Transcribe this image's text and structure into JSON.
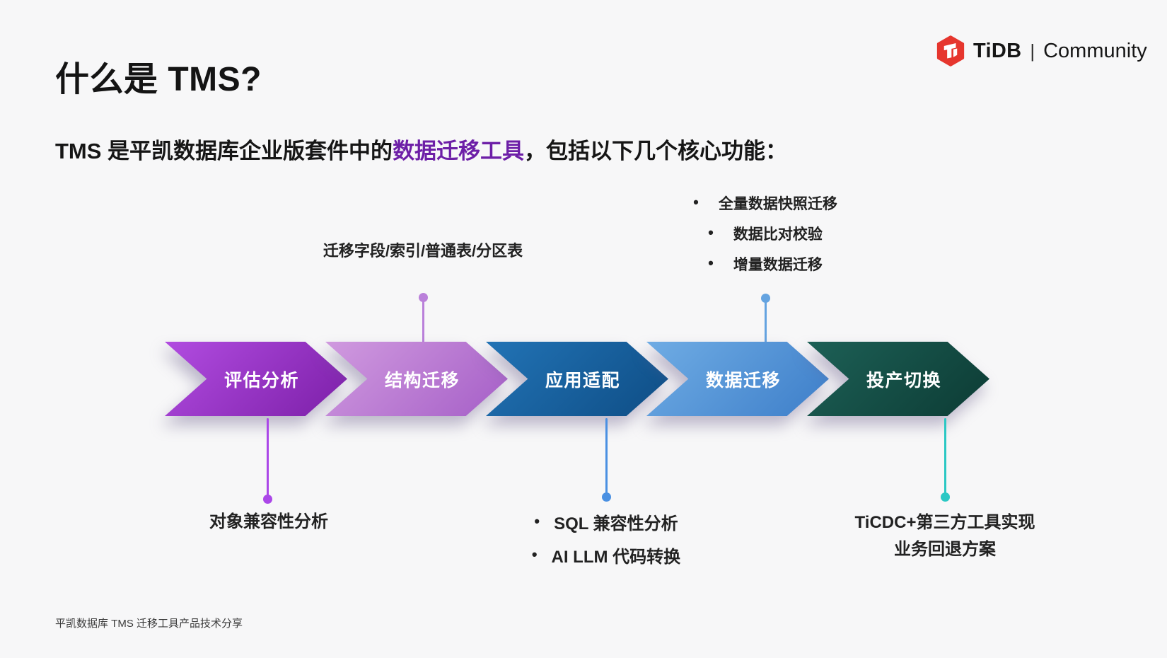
{
  "page": {
    "background": "#f7f7f8"
  },
  "header": {
    "title": "什么是 TMS?",
    "logo": {
      "icon": "tidb-hexagon-icon",
      "icon_color": "#E6362E",
      "brand": "TiDB",
      "separator": "|",
      "suffix": "Community"
    }
  },
  "intro": {
    "prefix": "TMS 是平凯数据库企业版套件中的",
    "highlight": "数据迁移工具",
    "highlight_color": "#6D1FA7",
    "suffix": "，包括以下几个核心功能："
  },
  "glyphs": {
    "bullet": "•"
  },
  "flow": {
    "steps": [
      {
        "label": "评估分析",
        "color_start": "#B14CE0",
        "color_end": "#7C1FA8"
      },
      {
        "label": "结构迁移",
        "color_start": "#D09ADF",
        "color_end": "#A55EC7"
      },
      {
        "label": "应用适配",
        "color_start": "#2273B5",
        "color_end": "#0E4D85"
      },
      {
        "label": "数据迁移",
        "color_start": "#6FACE4",
        "color_end": "#3D7EC9"
      },
      {
        "label": "投产切换",
        "color_start": "#1D6056",
        "color_end": "#0C3B34"
      }
    ]
  },
  "annotations": {
    "step2_above": {
      "label": "迁移字段/索引/普通表/分区表",
      "connector_color": "#BA80DA"
    },
    "step4_above": {
      "items": [
        "全量数据快照迁移",
        "数据比对校验",
        "增量数据迁移"
      ],
      "connector_color": "#64A3E0"
    },
    "step1_below": {
      "label": "对象兼容性分析",
      "connector_color": "#AB47E8"
    },
    "step3_below": {
      "items": [
        "SQL 兼容性分析",
        "AI LLM 代码转换"
      ],
      "connector_color": "#4A90E2"
    },
    "step5_below": {
      "lines": [
        "TiCDC+第三方工具实现",
        "业务回退方案"
      ],
      "connector_color": "#2BC8C4"
    }
  },
  "footer": {
    "text": "平凯数据库 TMS 迁移工具产品技术分享"
  }
}
